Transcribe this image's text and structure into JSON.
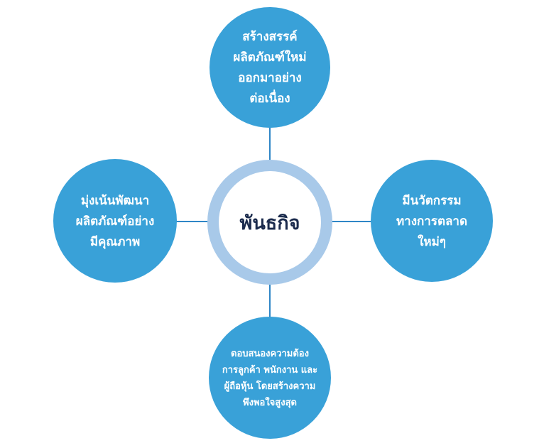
{
  "center": {
    "label": "พันธกิจ"
  },
  "nodes": {
    "top": {
      "lines": [
        "สร้างสรรค์",
        "ผลิตภัณฑ์ใหม่",
        "ออกมาอย่าง",
        "ต่อเนื่อง"
      ]
    },
    "left": {
      "lines": [
        "มุ่งเน้นพัฒนา",
        "ผลิตภัณฑ์อย่าง",
        "มีคุณภาพ"
      ]
    },
    "right": {
      "lines": [
        "มีนวัตกรรม",
        "ทางการตลาด",
        "ใหม่ๆ"
      ]
    },
    "bottom": {
      "lines": [
        "ตอบสนองความต้อง",
        "การลูกค้า พนักงาน และ",
        "ผู้ถือหุ้น โดยสร้างความ",
        "พึงพอใจสูงสุด"
      ]
    }
  },
  "colors": {
    "node": "#39a1d8",
    "ring": "#a8c9e9",
    "connector": "#2f86c6",
    "center_text": "#1b2b4d"
  }
}
